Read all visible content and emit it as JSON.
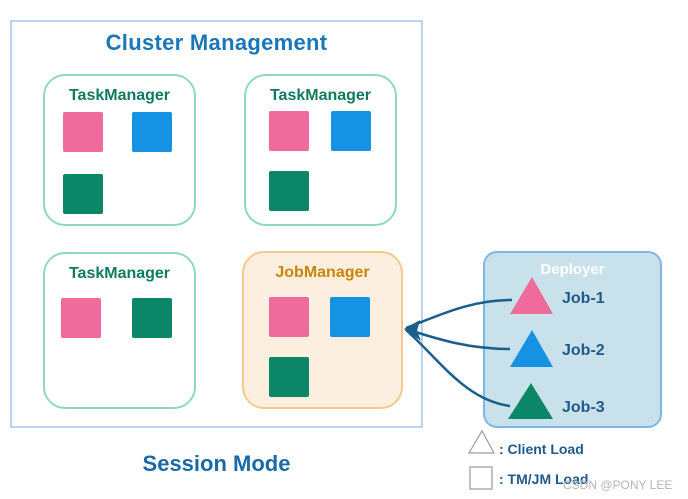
{
  "cluster": {
    "title": "Cluster Management"
  },
  "task_managers": [
    {
      "title": "TaskManager"
    },
    {
      "title": "TaskManager"
    },
    {
      "title": "TaskManager"
    }
  ],
  "job_manager": {
    "title": "JobManager"
  },
  "deployer": {
    "title": "Deployer",
    "jobs": [
      {
        "label": "Job-1",
        "color": "#ee6b9c"
      },
      {
        "label": "Job-2",
        "color": "#1592e4"
      },
      {
        "label": "Job-3",
        "color": "#0b8767"
      }
    ]
  },
  "legend": {
    "client_load": ": Client Load",
    "tm_jm_load": ": TM/JM Load"
  },
  "caption": "Session Mode",
  "watermark": "CSDN @PONY LEE",
  "colors": {
    "pink": "#ee6b9c",
    "blue": "#1592e4",
    "green": "#0b8767",
    "arrow": "#1a5e8a"
  }
}
